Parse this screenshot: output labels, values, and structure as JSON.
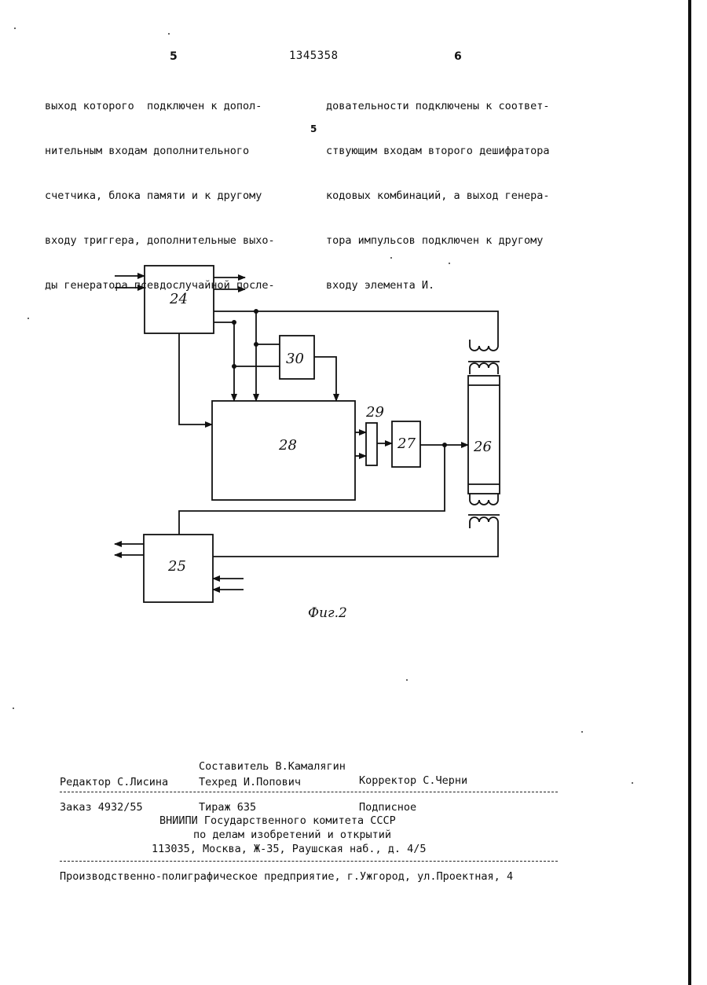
{
  "header": {
    "left_page_number": "5",
    "patent_number": "1345358",
    "right_page_number": "6"
  },
  "left_column": [
    "выход которого  подключен к допол-",
    "нительным входам дополнительного",
    "счетчика, блока памяти и к другому",
    "входу триггера, дополнительные выхо-",
    "ды генератора псевдослучайной после-"
  ],
  "line_marker": "5",
  "right_column": [
    "довательности подключены к соответ-",
    "ствующим входам второго дешифратора",
    "кодовых комбинаций, а выход генера-",
    "тора импульсов подключен к другому",
    "входу элемента И."
  ],
  "figure": {
    "caption": "Фиг.2",
    "blocks": {
      "b24": "24",
      "b25": "25",
      "b26": "26",
      "b27": "27",
      "b28": "28",
      "b29": "29",
      "b30": "30"
    }
  },
  "imprint": {
    "composer": "Составитель В.Камалягин",
    "editor": "Редактор С.Лисина",
    "techred": "Техред И.Попович",
    "corrector": "Корректор С.Черни",
    "order": "Заказ 4932/55",
    "circulation": "Тираж 635",
    "subscription": "Подписное",
    "org_line1": "ВНИИПИ Государственного комитета СССР",
    "org_line2": "по делам изобретений и открытий",
    "address": "113035, Москва, Ж-35, Раушская наб., д. 4/5",
    "printer": "Производственно-полиграфическое предприятие, г.Ужгород, ул.Проектная, 4"
  }
}
